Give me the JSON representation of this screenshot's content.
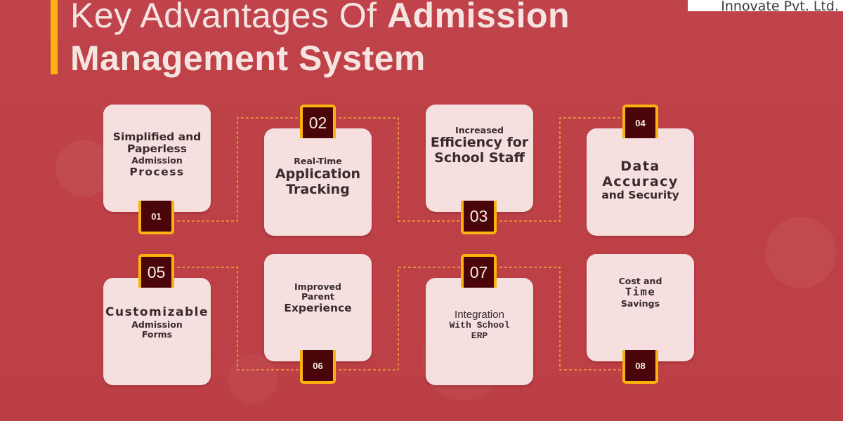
{
  "header": {
    "title_light": "Key Advantages Of ",
    "title_bold_1": "Admission",
    "title_bold_2": "Management System",
    "accent_color": "#fdb20f"
  },
  "logo": {
    "text": "Innovate Pvt. Ltd."
  },
  "colors": {
    "background": "#bd4045",
    "card": "#f5dfdf",
    "badge": "#4a0508",
    "badge_border": "#fdb20f",
    "connector": "#f4a23a",
    "card_text": "#3a2a2a"
  },
  "advantages": [
    {
      "number": "01",
      "lines": [
        "Simplified and",
        "Paperless",
        "Admission",
        "Process"
      ]
    },
    {
      "number": "02",
      "lines": [
        "Real-Time",
        "Application",
        "Tracking"
      ]
    },
    {
      "number": "03",
      "lines": [
        "Increased",
        "Efficiency for",
        "School Staff"
      ]
    },
    {
      "number": "04",
      "lines": [
        "Data",
        "Accuracy",
        "and Security"
      ]
    },
    {
      "number": "05",
      "lines": [
        "Customizable",
        "Admission",
        "Forms"
      ]
    },
    {
      "number": "06",
      "lines": [
        "Improved",
        "Parent",
        "Experience"
      ]
    },
    {
      "number": "07",
      "lines": [
        "Integration",
        "With School",
        "ERP"
      ]
    },
    {
      "number": "08",
      "lines": [
        "Cost and",
        "Time",
        "Savings"
      ]
    }
  ]
}
